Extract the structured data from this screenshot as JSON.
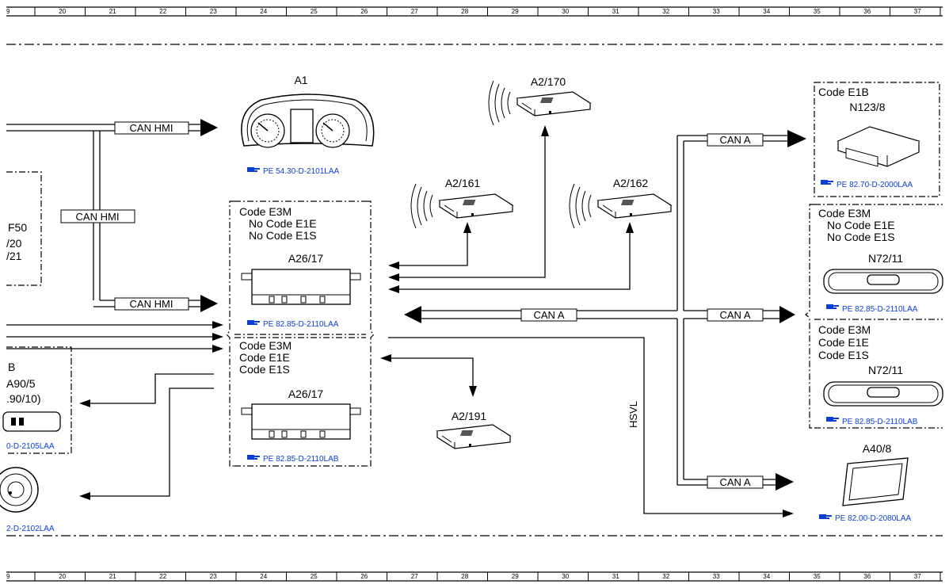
{
  "ruler": {
    "columns": [
      "9",
      "20",
      "21",
      "22",
      "23",
      "24",
      "25",
      "26",
      "27",
      "28",
      "29",
      "30",
      "31",
      "32",
      "33",
      "34",
      "35",
      "36",
      "37"
    ]
  },
  "components": {
    "a1": {
      "label": "A1",
      "link": "PE 54.30-D-2101LAA"
    },
    "a2_170": {
      "label": "A2/170"
    },
    "a2_161": {
      "label": "A2/161"
    },
    "a2_162": {
      "label": "A2/162"
    },
    "a2_191": {
      "label": "A2/191"
    },
    "a26_17_e1e": {
      "code1": "Code E3M",
      "code2": "No Code E1E",
      "code3": "No Code E1S",
      "label": "A26/17",
      "link": "PE 82.85-D-2110LAA"
    },
    "a26_17_e1s": {
      "code1": "Code E3M",
      "code2": "Code E1E",
      "code3": "Code E1S",
      "label": "A26/17",
      "link": "PE 82.85-D-2110LAB"
    },
    "n123_8": {
      "code1": "Code E1B",
      "label": "N123/8",
      "link": "PE 82.70-D-2000LAA"
    },
    "n72_11_laa": {
      "code1": "Code E3M",
      "code2": "No Code E1E",
      "code3": "No Code E1S",
      "label": "N72/11",
      "link": "PE 82.85-D-2110LAA"
    },
    "n72_11_lab": {
      "code1": "Code E3M",
      "code2": "Code E1E",
      "code3": "Code E1S",
      "label": "N72/11",
      "link": "PE 82.85-D-2110LAB"
    },
    "a40_8": {
      "label": "A40/8",
      "link": "PE 82.00-D-2080LAA"
    },
    "left_f50": {
      "line1": "F50",
      "line2": "/20",
      "line3": "/21"
    },
    "left_b": {
      "line1": "B",
      "line2": "A90/5",
      "line3": ".90/10)",
      "link": "0-D-2105LAA"
    },
    "left_speaker": {
      "link": "2-D-2102LAA"
    }
  },
  "buses": {
    "can_hmi_top": "CAN HMI",
    "can_hmi_mid": "CAN HMI",
    "can_hmi_low": "CAN HMI",
    "can_a_center": "CAN A",
    "can_a_top": "CAN A",
    "can_a_right": "CAN A",
    "can_a_bottom": "CAN A",
    "hsvl": "HSVL"
  },
  "colors": {
    "link": "#0a3fd6",
    "line": "#000000"
  },
  "icons": {
    "reference": "pointing-hand-icon"
  }
}
